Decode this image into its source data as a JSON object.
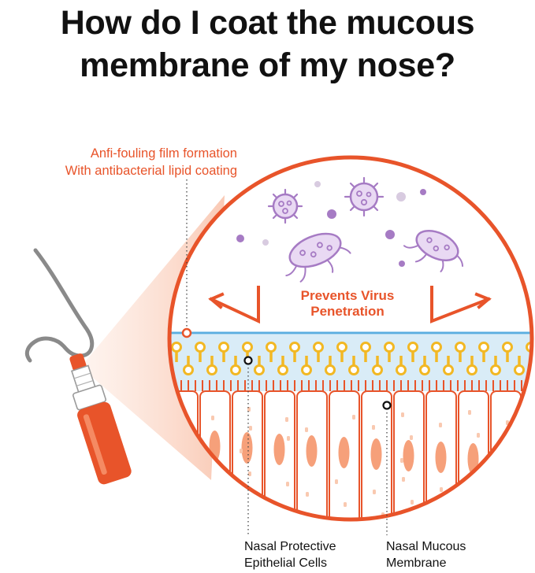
{
  "title": {
    "line1": "How do I coat the mucous",
    "line2": "membrane of my nose?"
  },
  "coating_label": {
    "line1": "Anfi-fouling film formation",
    "line2": "With antibacterial lipid coating"
  },
  "center_label": {
    "line1": "Prevents Virus",
    "line2": "Penetration"
  },
  "bottom_labels": {
    "left_line1": "Nasal Protective",
    "left_line2": "Epithelial Cells",
    "right_line1": "Nasal Mucous",
    "right_line2": "Membrane"
  },
  "colors": {
    "accent": "#e8542a",
    "virus": "#a67bc4",
    "lipid": "#f2b824",
    "mucus": "#d9ecf7",
    "nucleus": "#f6a07a",
    "text": "#111111"
  }
}
